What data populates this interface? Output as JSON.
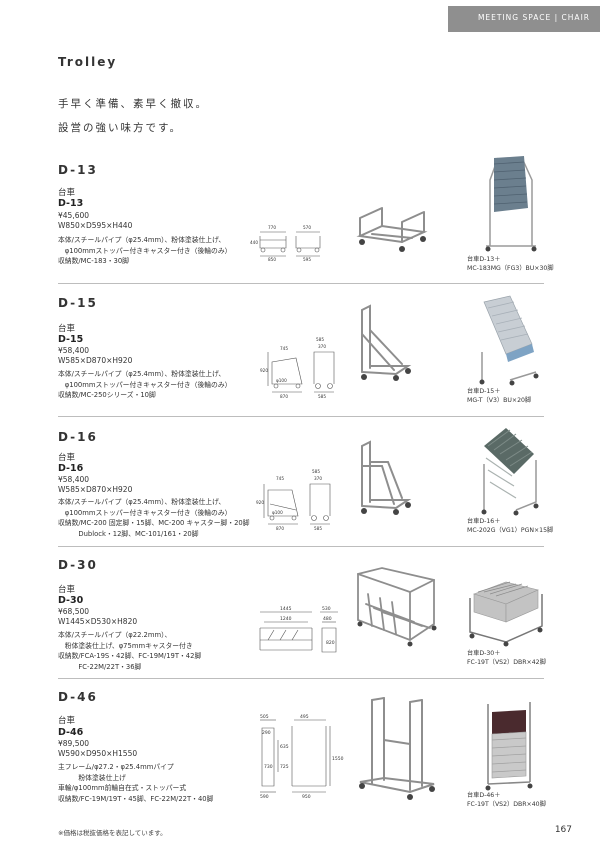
{
  "header": {
    "text": "MEETING SPACE | CHAIR"
  },
  "page_title": "Trolley",
  "lead": [
    "手早く準備、素早く撤収。",
    "設営の強い味方です。"
  ],
  "products": [
    {
      "code": "D-13",
      "category": "台車",
      "model": "D-13",
      "price": "¥45,600",
      "dims": "W850×D595×H440",
      "spec": [
        "本体/スチールパイプ（φ25.4mm）、粉体塗装仕上げ、",
        "　φ100mmストッパー付きキャスター付き（後輪のみ）",
        "収納数/MC-183・30脚"
      ],
      "drawing_labels": [
        "770",
        "570",
        "440",
        "850",
        "595"
      ],
      "caption": [
        "台車D-13＋",
        "MC-183MG（FG3）BU×30脚"
      ]
    },
    {
      "code": "D-15",
      "category": "台車",
      "model": "D-15",
      "price": "¥58,400",
      "dims": "W585×D870×H920",
      "spec": [
        "本体/スチールパイプ（φ25.4mm）、粉体塗装仕上げ、",
        "　φ100mmストッパー付きキャスター付き（後輪のみ）",
        "収納数/MC-250シリーズ・10脚"
      ],
      "drawing_labels": [
        "585",
        "370",
        "745",
        "920",
        "φ100",
        "870",
        "585"
      ],
      "caption": [
        "台車D-15＋",
        "MG-T（V3）BU×20脚"
      ]
    },
    {
      "code": "D-16",
      "category": "台車",
      "model": "D-16",
      "price": "¥58,400",
      "dims": "W585×D870×H920",
      "spec": [
        "本体/スチールパイプ（φ25.4mm）、粉体塗装仕上げ、",
        "　φ100mmストッパー付きキャスター付き（後輪のみ）",
        "収納数/MC-200 固定脚・15脚、MC-200 キャスター脚・20脚",
        "　　　Dublock・12脚、MC-101/161・20脚"
      ],
      "drawing_labels": [
        "585",
        "370",
        "745",
        "920",
        "φ100",
        "870",
        "585"
      ],
      "caption": [
        "台車D-16＋",
        "MC-202G（VG1）PGN×15脚"
      ]
    },
    {
      "code": "D-30",
      "category": "台車",
      "model": "D-30",
      "price": "¥68,500",
      "dims": "W1445×D530×H820",
      "spec": [
        "本体/スチールパイプ（φ22.2mm）、",
        "　粉体塗装仕上げ、φ75mmキャスター付き",
        "収納数/FCA-19S・42脚、FC-19M/19T・42脚",
        "　　　FC-22M/22T・36脚"
      ],
      "drawing_labels": [
        "1445",
        "1240",
        "530",
        "480",
        "820"
      ],
      "caption": [
        "台車D-30＋",
        "FC-19T（VS2）DBR×42脚"
      ]
    },
    {
      "code": "D-46",
      "category": "台車",
      "model": "D-46",
      "price": "¥89,500",
      "dims": "W590×D950×H1550",
      "spec": [
        "主フレーム/φ27.2・φ25.4mmパイプ",
        "　　　粉体塗装仕上げ",
        "車輪/φ100mm前輪自在式・ストッパー式",
        "収納数/FC-19M/19T・45脚、FC-22M/22T・40脚"
      ],
      "drawing_labels": [
        "505",
        "495",
        "290",
        "635",
        "730",
        "725",
        "1550",
        "590",
        "950"
      ],
      "caption": [
        "台車D-46＋",
        "FC-19T（VS2）DBR×40脚"
      ]
    }
  ],
  "footnote": "※価格は税抜価格を表記しています。",
  "page_number": "167"
}
